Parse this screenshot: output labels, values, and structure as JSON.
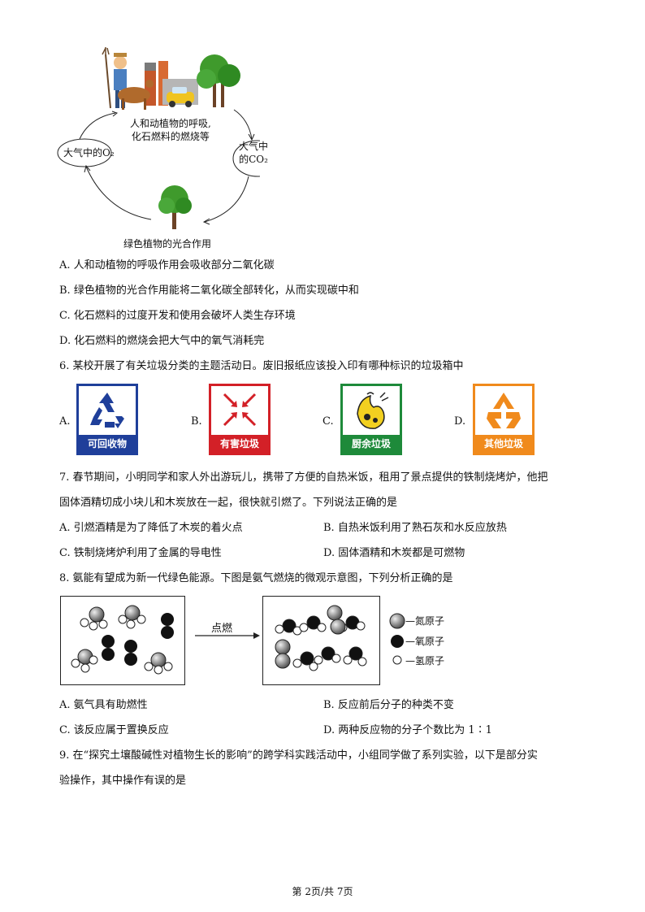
{
  "cycle_diagram": {
    "top_label_line1": "人和动植物的呼吸,",
    "top_label_line2": "化石燃料的燃烧等",
    "left_label": "大气中的O₂",
    "right_label_line1": "大气中",
    "right_label_line2": "的CO₂",
    "bottom_label": "绿色植物的光合作用"
  },
  "q5_options": [
    "A. 人和动植物的呼吸作用会吸收部分二氧化碳",
    "B. 绿色植物的光合作用能将二氧化碳全部转化，从而实现碳中和",
    "C. 化石燃料的过度开发和使用会破坏人类生存环境",
    "D. 化石燃料的燃烧会把大气中的氧气消耗完"
  ],
  "q6": {
    "stem": "6. 某校开展了有关垃圾分类的主题活动日。废旧报纸应该投入印有哪种标识的垃圾箱中",
    "bins": [
      {
        "letter": "A.",
        "label": "可回收物",
        "color": "#1f3f9a"
      },
      {
        "letter": "B.",
        "label": "有害垃圾",
        "color": "#d32027"
      },
      {
        "letter": "C.",
        "label": "厨余垃圾",
        "color": "#1e8a3a"
      },
      {
        "letter": "D.",
        "label": "其他垃圾",
        "color": "#f08a1c"
      }
    ]
  },
  "q7": {
    "stem_line1": "7. 春节期间，小明同学和家人外出游玩儿，携带了方便的自热米饭，租用了景点提供的铁制烧烤炉，他把",
    "stem_line2": "固体酒精切成小块儿和木炭放在一起，很快就引燃了。下列说法正确的是",
    "options": [
      "A. 引燃酒精是为了降低了木炭的着火点",
      "B. 自热米饭利用了熟石灰和水反应放热",
      "C. 铁制烧烤炉利用了金属的导电性",
      "D. 固体酒精和木炭都是可燃物"
    ]
  },
  "q8": {
    "stem": "8. 氨能有望成为新一代绿色能源。下图是氨气燃烧的微观示意图，下列分析正确的是",
    "arrow_label": "点燃",
    "legend": [
      "—氮原子",
      "—氧原子",
      "—氢原子"
    ],
    "options": [
      "A. 氨气具有助燃性",
      "B. 反应前后分子的种类不变",
      "C. 该反应属于置换反应",
      "D. 两种反应物的分子个数比为 1∶1"
    ]
  },
  "q9": {
    "stem_line1": "9. 在“探究土壤酸碱性对植物生长的影响”的跨学科实践活动中，小组同学做了系列实验，以下是部分实",
    "stem_line2": "验操作，其中操作有误的是"
  },
  "footer": "第 2页/共 7页",
  "colors": {
    "nitrogen": "#9a9a9a",
    "oxygen": "#111111",
    "hydrogen": "#ffffff"
  }
}
